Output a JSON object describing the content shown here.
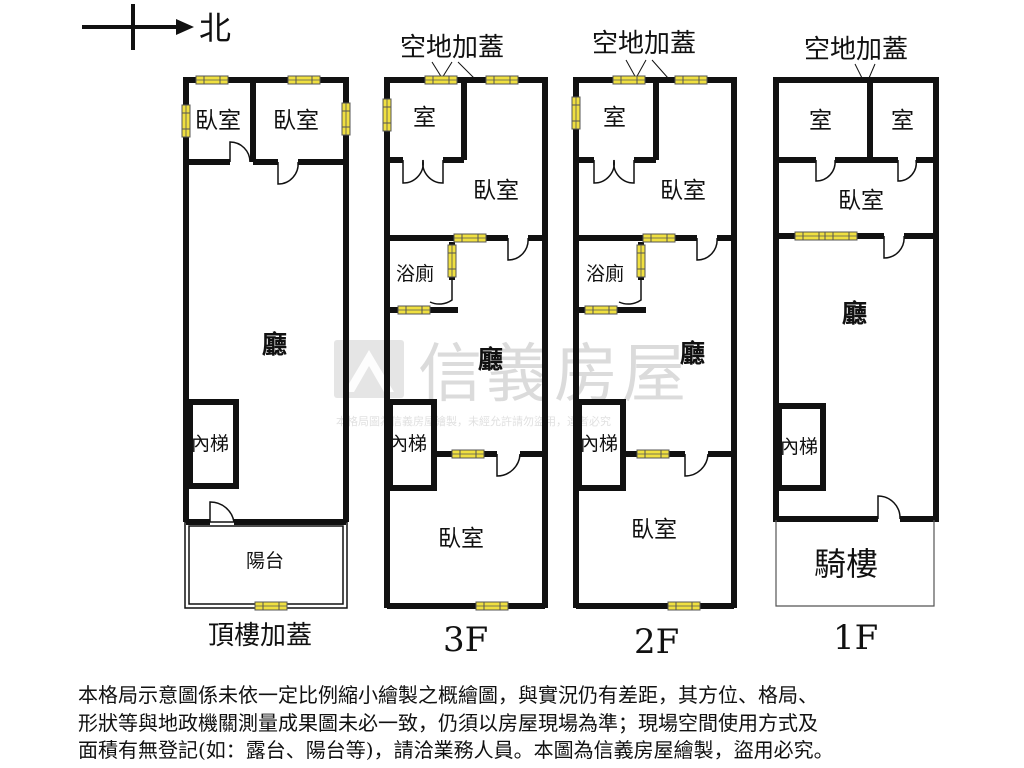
{
  "compass": {
    "label": "北"
  },
  "floors": {
    "roof": {
      "name": "頂樓加蓋",
      "rooms": {
        "bedroom_left": "臥室",
        "bedroom_right": "臥室",
        "hall": "廳",
        "stairs": "內梯",
        "balcony": "陽台"
      }
    },
    "f3": {
      "name": "3F",
      "extension": "空地加蓋",
      "rooms": {
        "room": "室",
        "bedroom_back": "臥室",
        "bathroom": "浴廁",
        "hall": "廳",
        "stairs": "內梯",
        "bedroom_front": "臥室"
      }
    },
    "f2": {
      "name": "2F",
      "extension": "空地加蓋",
      "rooms": {
        "room": "室",
        "bedroom_back": "臥室",
        "bathroom": "浴廁",
        "hall": "廳",
        "stairs": "內梯",
        "bedroom_front": "臥室"
      }
    },
    "f1": {
      "name": "1F",
      "extension": "空地加蓋",
      "rooms": {
        "room_left": "室",
        "room_right": "室",
        "bedroom": "臥室",
        "hall": "廳",
        "stairs": "內梯",
        "arcade": "騎樓"
      }
    }
  },
  "watermark": {
    "brand": "信義房屋",
    "notice": "本格局圖為信義房屋繪製，未經允許請勿盜用，違者必究"
  },
  "disclaimer": {
    "lines": [
      "本格局示意圖係未依一定比例縮小繪製之概繪圖，與實況仍有差距，其方位、格局、",
      "形狀等與地政機關測量成果圖未必一致，仍須以房屋現場為準；現場空間使用方式及",
      "面積有無登記(如：露台、陽台等)，請洽業務人員。本圖為信義房屋繪製，盜用必究。"
    ]
  },
  "colors": {
    "wall": "#111111",
    "window": "#f0e040",
    "window_edge": "#555555",
    "watermark": "#c8c8c8"
  }
}
